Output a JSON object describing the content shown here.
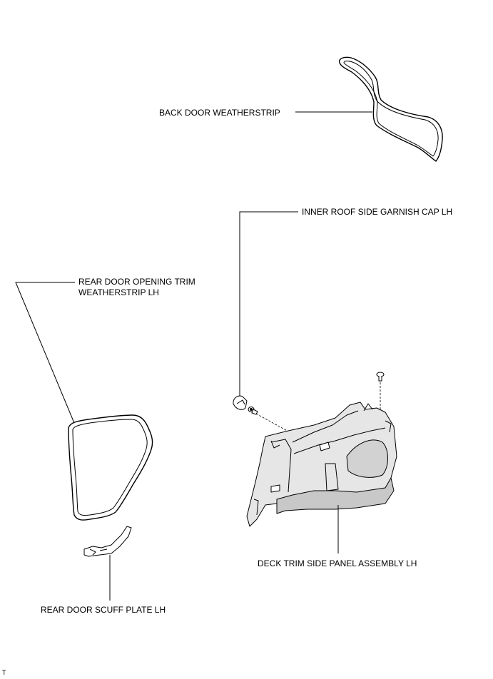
{
  "labels": {
    "back_door_weatherstrip": "BACK DOOR WEATHERSTRIP",
    "inner_roof_side_garnish_cap": "INNER ROOF SIDE GARNISH CAP LH",
    "rear_door_opening_trim_weatherstrip": "REAR DOOR OPENING TRIM\nWEATHERSTRIP LH",
    "deck_trim_side_panel_assembly": "DECK TRIM SIDE PANEL ASSEMBLY LH",
    "rear_door_scuff_plate": "REAR DOOR SCUFF PLATE LH",
    "illustration_code": "T"
  },
  "colors": {
    "line": "#000000",
    "panel_fill": "#e6e6e6",
    "panel_shade": "#c8c8c8",
    "background": "#ffffff"
  }
}
